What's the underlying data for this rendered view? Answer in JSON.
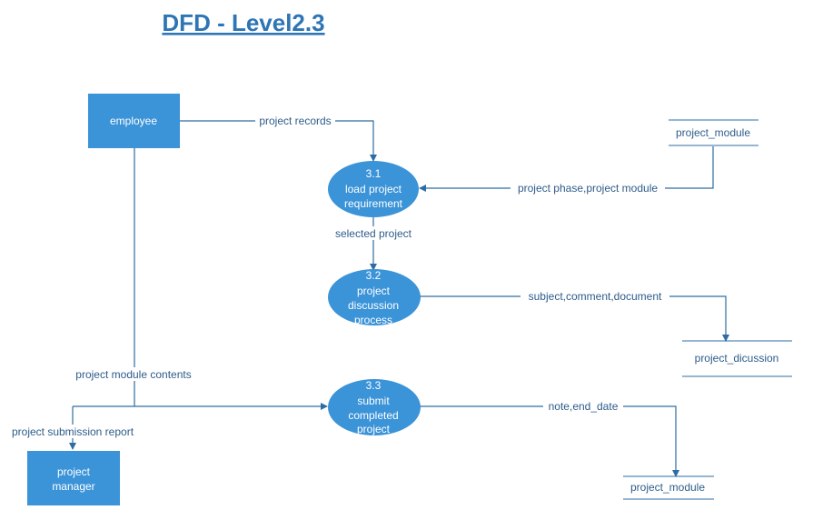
{
  "title": "DFD - Level2.3",
  "colors": {
    "title": "#2e75b6",
    "entity_fill": "#3b93d8",
    "process_fill": "#3b93d8",
    "line": "#2e6da4",
    "label_text": "#2e5c8a",
    "store_text": "#2e5c8a",
    "shape_text": "#ffffff"
  },
  "entities": {
    "employee": {
      "label": "employee"
    },
    "project_manager": {
      "label_lines": [
        "project",
        "manager"
      ]
    }
  },
  "processes": {
    "p31": {
      "lines": [
        "3.1",
        "load project",
        "requirement"
      ]
    },
    "p32": {
      "lines": [
        "3.2",
        "project",
        "discussion",
        "process"
      ]
    },
    "p33": {
      "lines": [
        "3.3",
        "submit",
        "completed",
        "project"
      ]
    }
  },
  "data_stores": {
    "store_top": {
      "label": "project_module"
    },
    "store_dicussion": {
      "label": "project_dicussion"
    },
    "store_bottom": {
      "label": "project_module"
    }
  },
  "flows": {
    "project_records": "project records",
    "phase_module": "project phase,project module",
    "selected_project": "selected project",
    "subject_comment": "subject,comment,document",
    "module_contents": "project module contents",
    "submission_report": "project submission report",
    "note_end_date": "note,end_date"
  }
}
